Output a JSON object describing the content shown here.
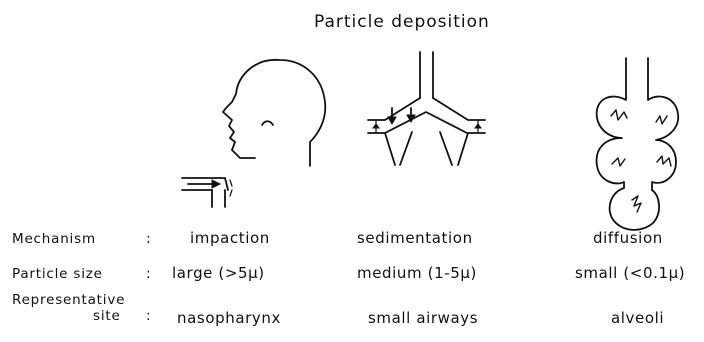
{
  "title": "Particle deposition",
  "rows": {
    "mechanism": {
      "label": "Mechanism",
      "colon": ":",
      "values": [
        "impaction",
        "sedimentation",
        "diffusion"
      ]
    },
    "particle_size": {
      "label": "Particle size",
      "colon": ":",
      "values": [
        "large (>5μ)",
        "medium (1-5μ)",
        "small (<0.1μ)"
      ]
    },
    "site": {
      "label_line1": "Representative",
      "label_line2": "site",
      "colon": ":",
      "values": [
        "nasopharynx",
        "small airways",
        "alveoli"
      ]
    }
  },
  "illustrations": [
    "head-profile-illustration",
    "airway-bifurcation-illustration",
    "alveoli-illustration"
  ]
}
